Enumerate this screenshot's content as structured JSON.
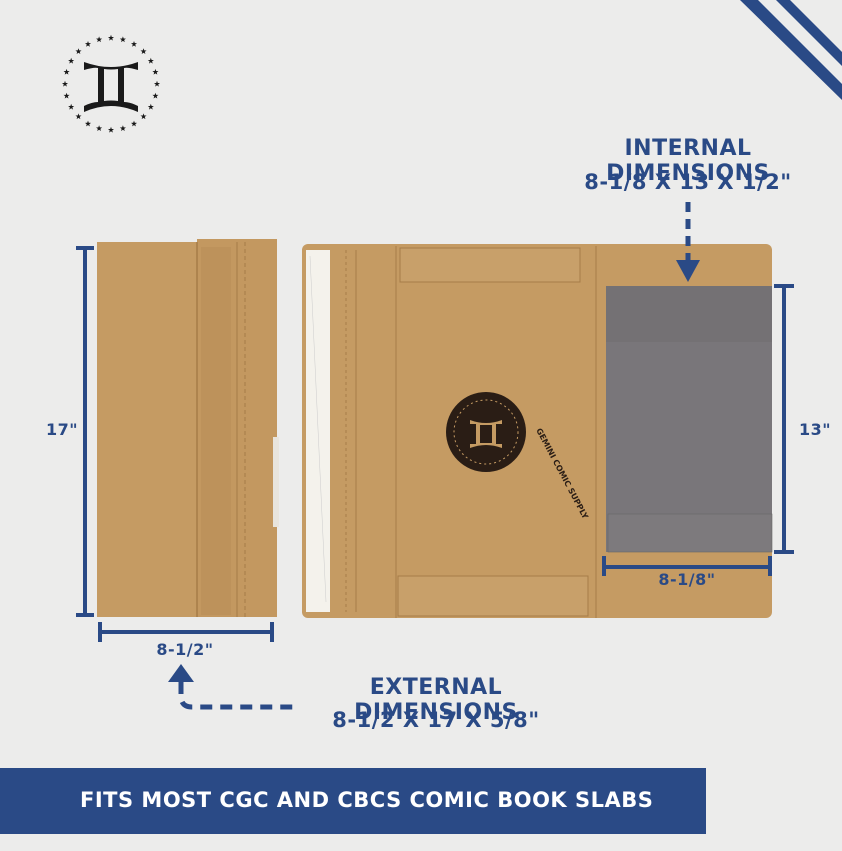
{
  "logo": {
    "icon": "gemini-icon"
  },
  "internal": {
    "title": "INTERNAL DIMENSIONS",
    "size": "8-1/8 X 13 X 1/2\"",
    "height_label": "13\"",
    "width_label": "8-1/8\""
  },
  "external": {
    "title": "EXTERNAL DIMENSIONS",
    "size": "8-1/2 X 17 X 5/8\"",
    "height_label": "17\"",
    "width_label": "8-1/2\""
  },
  "stamp": {
    "text": "GEMINI COMIC SUPPLY"
  },
  "banner": {
    "text": "FITS MOST CGC AND CBCS COMIC BOOK SLABS"
  },
  "colors": {
    "navy": "#2a4a86",
    "cardboard": "#c49a62",
    "background": "#ececeb",
    "slab": "#7a7679"
  }
}
